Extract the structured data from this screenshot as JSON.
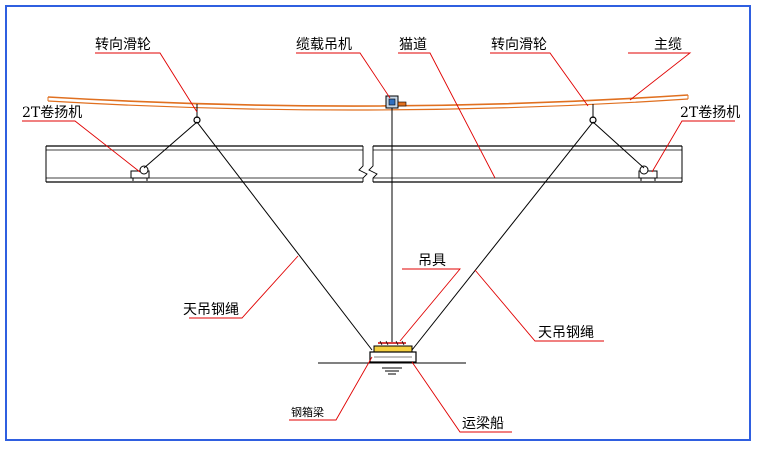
{
  "labels": {
    "pulley_left": "转向滑轮",
    "cable_crane": "缆载吊机",
    "catwalk": "猫道",
    "pulley_right": "转向滑轮",
    "main_cable": "主缆",
    "winch_left": "2T卷扬机",
    "winch_right": "2T卷扬机",
    "spreader": "吊具",
    "rope_left": "天吊钢绳",
    "rope_right": "天吊钢绳",
    "steel_box_girder": "钢箱梁",
    "transport_barge": "运梁船"
  },
  "colors": {
    "frame": "#2f5fe0",
    "leader": "#e00000",
    "main_cable": "#e07020",
    "structure": "#000000"
  }
}
